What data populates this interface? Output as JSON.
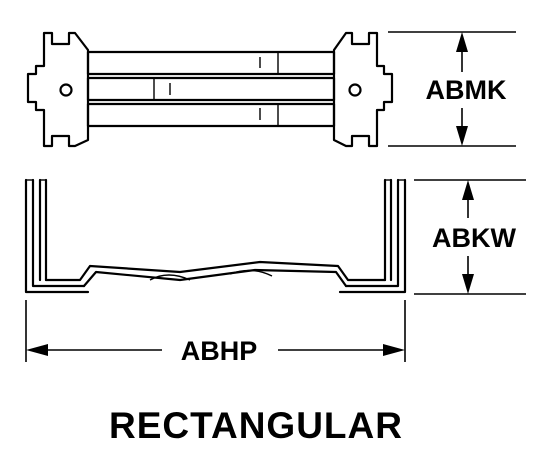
{
  "dimensions": {
    "height_top": "ABMK",
    "height_side": "ABKW",
    "width": "ABHP"
  },
  "caption": "RECTANGULAR"
}
